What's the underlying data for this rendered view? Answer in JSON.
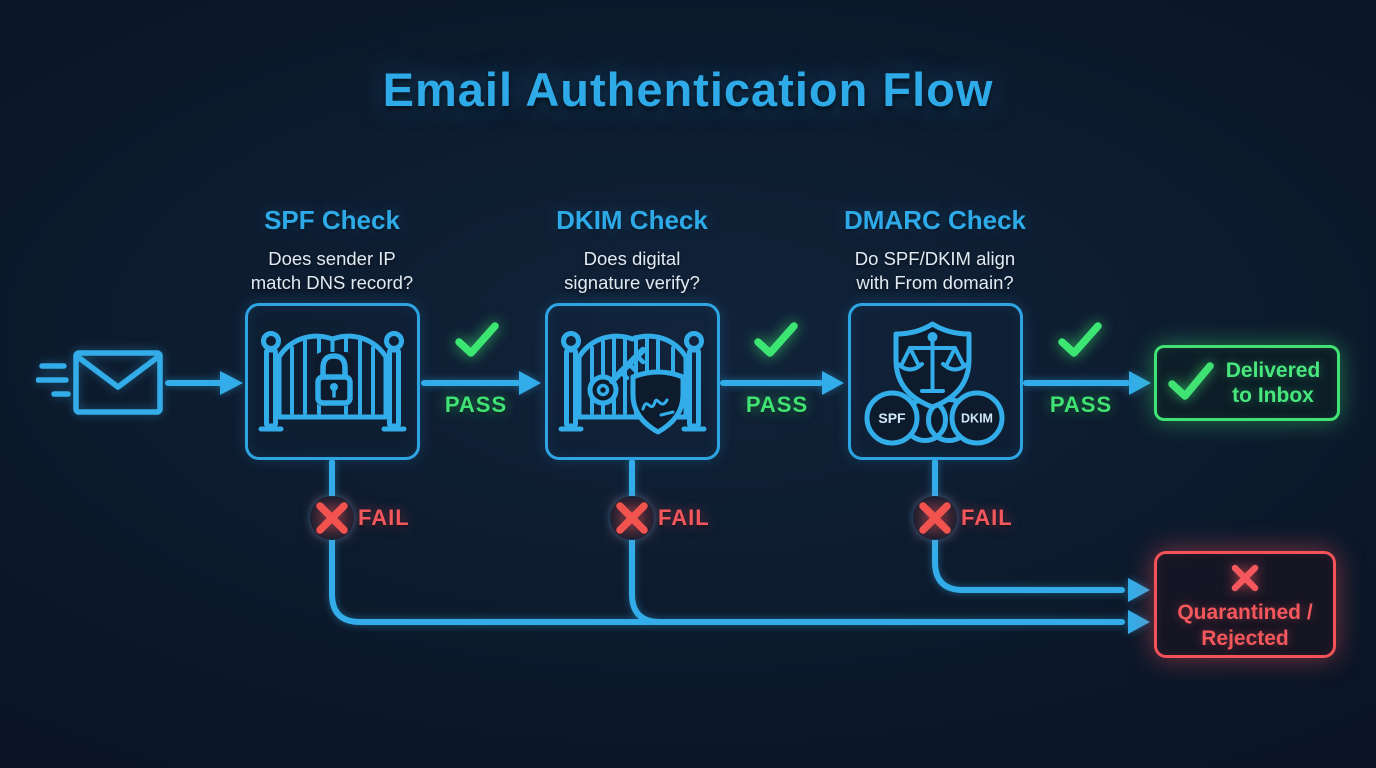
{
  "title": "Email Authentication Flow",
  "source": {
    "icon": "incoming-email-envelope"
  },
  "stages": [
    {
      "title": "SPF Check",
      "question": [
        "Does sender IP",
        "match DNS record?"
      ],
      "icon": "gate-with-padlock",
      "pass_label": "PASS",
      "fail_label": "FAIL"
    },
    {
      "title": "DKIM Check",
      "question": [
        "Does digital",
        "signature verify?"
      ],
      "icon": "gate-with-key-and-signed-shield",
      "pass_label": "PASS",
      "fail_label": "FAIL"
    },
    {
      "title": "DMARC Check",
      "question": [
        "Do SPF/DKIM align",
        "with From domain?"
      ],
      "icon": "shield-with-scales-and-alignment-circles",
      "alignment_badges": [
        "SPF",
        "DKIM"
      ],
      "pass_label": "PASS",
      "fail_label": "FAIL"
    }
  ],
  "outcomes": {
    "pass": {
      "icon": "checkmark",
      "label_lines": [
        "Delivered",
        "to Inbox"
      ]
    },
    "fail": {
      "icon": "x-mark",
      "label_lines": [
        "Quarantined /",
        "Rejected"
      ]
    }
  },
  "colors": {
    "background": "#0d1b2c",
    "accent_blue": "#33ade9",
    "success_green": "#3fe273",
    "error_red": "#f2534f",
    "body_text": "#e2eaf2"
  }
}
